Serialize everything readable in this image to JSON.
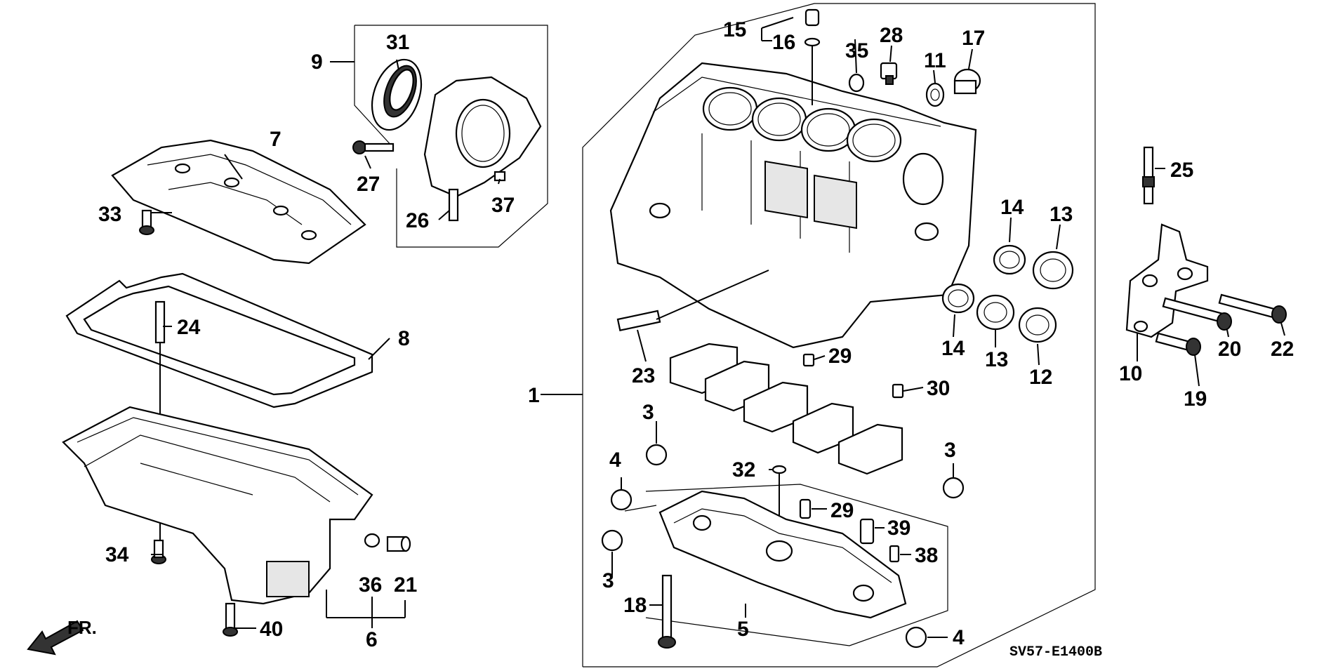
{
  "diagram_code": "SV57-E1400B",
  "direction_label": "FR.",
  "labels": {
    "p1": "1",
    "p3a": "3",
    "p3b": "3",
    "p3c": "3",
    "p4a": "4",
    "p4b": "4",
    "p5": "5",
    "p6": "6",
    "p7": "7",
    "p8": "8",
    "p9": "9",
    "p10": "10",
    "p11": "11",
    "p12": "12",
    "p13a": "13",
    "p13b": "13",
    "p14a": "14",
    "p14b": "14",
    "p15": "15",
    "p16": "16",
    "p17": "17",
    "p18": "18",
    "p19": "19",
    "p20": "20",
    "p21": "21",
    "p22": "22",
    "p23": "23",
    "p24": "24",
    "p25": "25",
    "p26": "26",
    "p27": "27",
    "p28": "28",
    "p29a": "29",
    "p29b": "29",
    "p30": "30",
    "p31": "31",
    "p32": "32",
    "p33": "33",
    "p34": "34",
    "p35": "35",
    "p36": "36",
    "p37": "37",
    "p38": "38",
    "p39": "39",
    "p40": "40"
  }
}
